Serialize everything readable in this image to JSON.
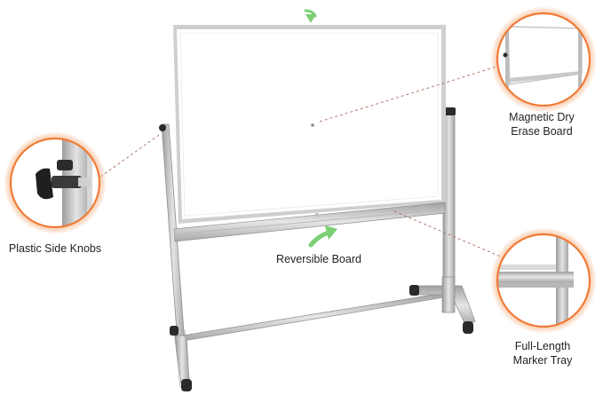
{
  "callouts": {
    "side_knobs": {
      "label": "Plastic Side Knobs"
    },
    "board": {
      "line1": "Magnetic Dry",
      "line2": "Erase Board"
    },
    "reversible": {
      "label": "Reversible Board"
    },
    "tray": {
      "line1": "Full-Length",
      "line2": "Marker Tray"
    }
  },
  "colors": {
    "callout_ring": "#f07a35",
    "callout_glow": "#f6b58a",
    "arrow": "#7ccf73",
    "leader_line": "#b27a6e",
    "frame": "#c8c8c8",
    "caster": "#2a2a2a"
  },
  "icons": {
    "rotate_arrow_top": "curved-arrow-down-icon",
    "rotate_arrow_bottom": "curved-arrow-up-icon"
  }
}
